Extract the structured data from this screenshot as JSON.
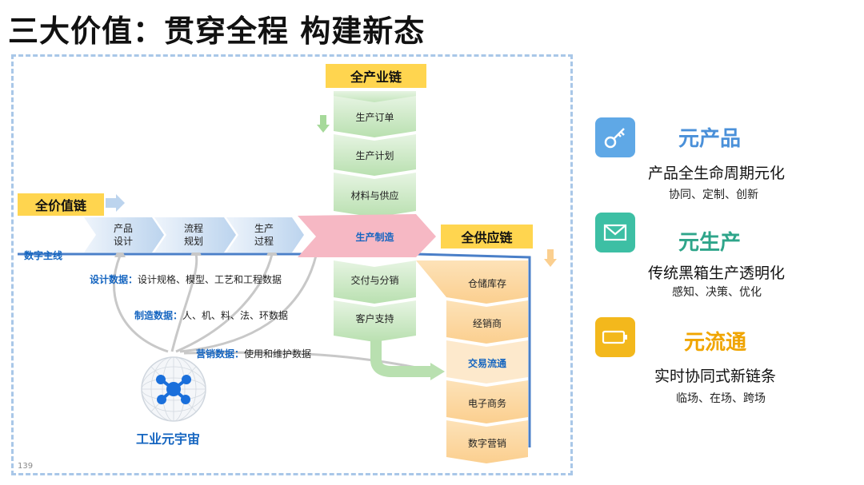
{
  "title": "三大价值：贯穿全程 构建新态",
  "page_number": "139",
  "chains": {
    "industry": "全产业链",
    "value": "全价值链",
    "supply": "全供应链"
  },
  "thread_label": "数字主线",
  "value_steps": [
    "产品\n设计",
    "流程\n规划",
    "生产\n过程"
  ],
  "industry_steps": [
    "生产订单",
    "生产计划",
    "材料与供应",
    "生产制造",
    "交付与分销",
    "客户支持"
  ],
  "supply_steps": [
    "仓储库存",
    "经销商",
    "交易流通",
    "电子商务",
    "数字营销"
  ],
  "data_labels": {
    "design_key": "设计数据：",
    "design_val": "设计规格、模型、工艺和工程数据",
    "mfg_key": "制造数据：",
    "mfg_val": "人、机、料、法、环数据",
    "mkt_key": "营销数据：",
    "mkt_val": "使用和维护数据"
  },
  "metaverse_label": "工业元宇宙",
  "pillars": [
    {
      "icon": "key-icon",
      "color": "#5fa8e6",
      "title": "元产品",
      "title_color": "#4a90d9",
      "sub": "产品全生命周期元化",
      "small": "协同、定制、创新"
    },
    {
      "icon": "envelope-icon",
      "color": "#3dbfa4",
      "title": "元生产",
      "title_color": "#2ea58a",
      "sub": "传统黑箱生产透明化",
      "small": "感知、决策、优化"
    },
    {
      "icon": "battery-icon",
      "color": "#f3b81c",
      "title": "元流通",
      "title_color": "#f0a500",
      "sub": "实时协同式新链条",
      "small": "临场、在场、跨场"
    }
  ]
}
